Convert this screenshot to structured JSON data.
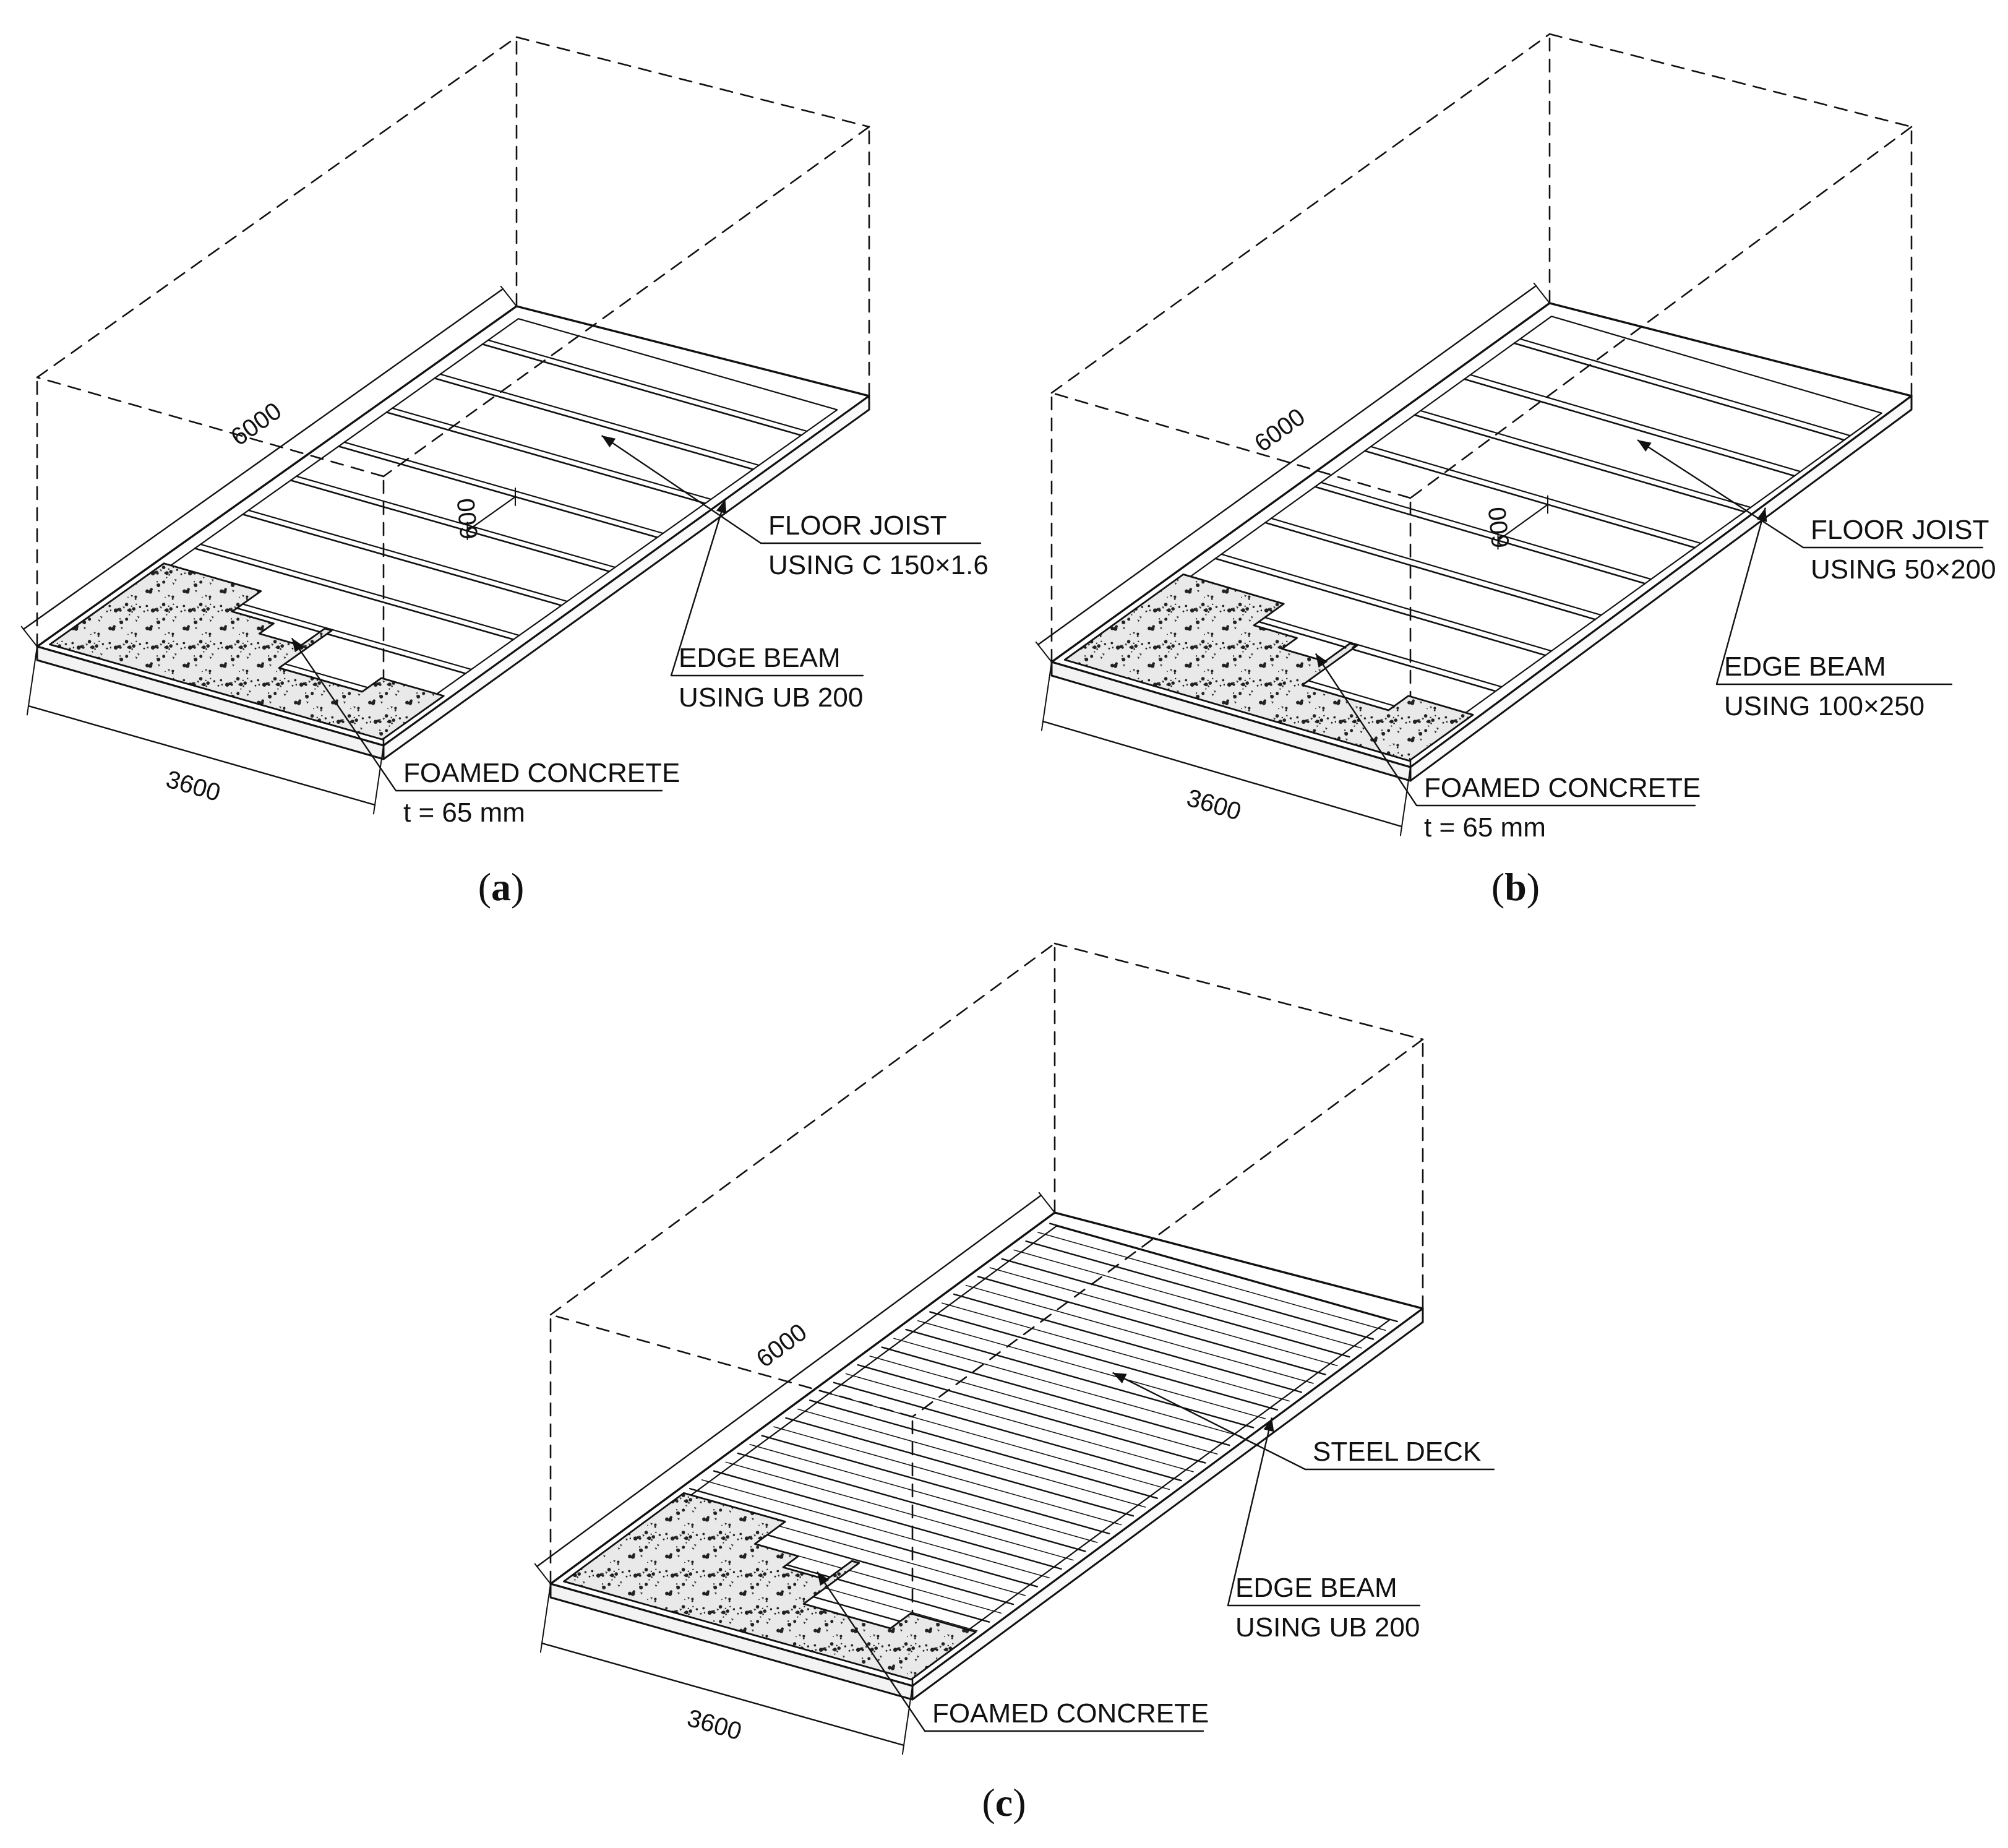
{
  "colors": {
    "ink": "#111111",
    "concrete_fill": "#e9e9e9",
    "background": "#ffffff"
  },
  "panels": [
    {
      "id": "a",
      "label": "a",
      "deck": "joists",
      "dims": {
        "length": "6000",
        "width": "3600",
        "spacing": "600"
      },
      "callouts": [
        {
          "id": "joist",
          "line1": "FLOOR JOIST",
          "line2": "USING C 150×1.6"
        },
        {
          "id": "edge",
          "line1": "EDGE BEAM",
          "line2": "USING UB 200"
        },
        {
          "id": "concrete",
          "line1": "FOAMED CONCRETE",
          "line2": "t = 65 mm"
        }
      ]
    },
    {
      "id": "b",
      "label": "b",
      "deck": "joists",
      "dims": {
        "length": "6000",
        "width": "3600",
        "spacing": "600"
      },
      "callouts": [
        {
          "id": "joist",
          "line1": "FLOOR JOIST",
          "line2": "USING 50×200"
        },
        {
          "id": "edge",
          "line1": "EDGE BEAM",
          "line2": "USING 100×250"
        },
        {
          "id": "concrete",
          "line1": "FOAMED CONCRETE",
          "line2": "t = 65 mm"
        }
      ]
    },
    {
      "id": "c",
      "label": "c",
      "deck": "steel-deck",
      "dims": {
        "length": "6000",
        "width": "3600"
      },
      "callouts": [
        {
          "id": "deck",
          "line1": "STEEL DECK"
        },
        {
          "id": "edge",
          "line1": "EDGE BEAM",
          "line2": "USING UB 200"
        },
        {
          "id": "concrete",
          "line1": "FOAMED CONCRETE"
        }
      ]
    }
  ]
}
